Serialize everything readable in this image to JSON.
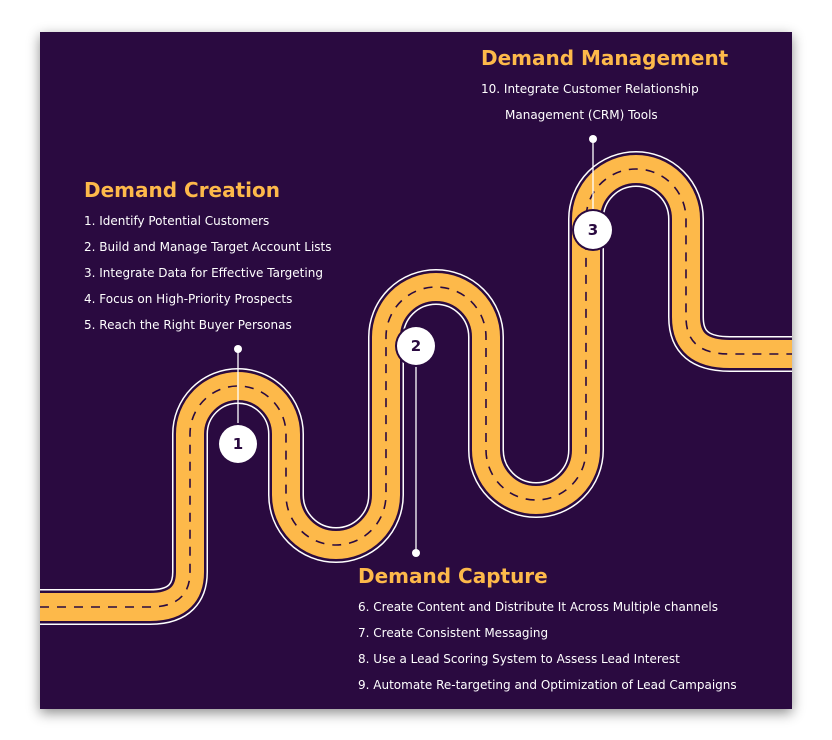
{
  "sections": {
    "creation": {
      "title": "Demand Creation",
      "items": [
        "1. Identify Potential Customers",
        "2. Build and Manage Target Account Lists",
        "3. Integrate Data for Effective Targeting",
        "4. Focus on High-Priority Prospects",
        "5. Reach the Right Buyer Personas"
      ],
      "marker": "1"
    },
    "capture": {
      "title": "Demand Capture",
      "items": [
        "6. Create Content and Distribute It Across Multiple channels",
        "7. Create Consistent Messaging",
        "8. Use a Lead Scoring System to Assess Lead Interest",
        "9. Automate Re-targeting and Optimization of Lead Campaigns"
      ],
      "marker": "2"
    },
    "management": {
      "title": "Demand Management",
      "items": [
        "10. Integrate Customer Relationship",
        "Management (CRM) Tools"
      ],
      "marker": "3"
    }
  },
  "colors": {
    "background": "#2a0a40",
    "road": "#fdb94a",
    "title": "#fdb94a",
    "text": "#ffffff"
  }
}
